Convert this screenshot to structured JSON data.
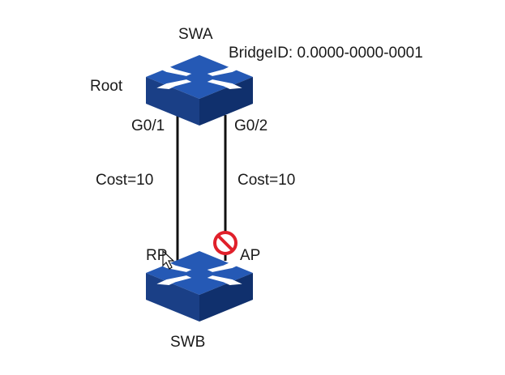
{
  "switch_a": {
    "name": "SWA",
    "role": "Root",
    "bridge_id": "BridgeID: 0.0000-0000-0001"
  },
  "switch_b": {
    "name": "SWB"
  },
  "links": [
    {
      "port_a": "G0/1",
      "cost": "Cost=10",
      "port_b": "RP"
    },
    {
      "port_a": "G0/2",
      "cost": "Cost=10",
      "port_b": "AP"
    }
  ],
  "colors": {
    "switch_top": "#1f52a8",
    "switch_side": "#0d2f74",
    "arrow": "#ffffff",
    "link": "#111111",
    "blocked": "#e0202a"
  },
  "icons": [
    "switch-icon",
    "blocked-port-icon",
    "mouse-cursor-icon"
  ]
}
